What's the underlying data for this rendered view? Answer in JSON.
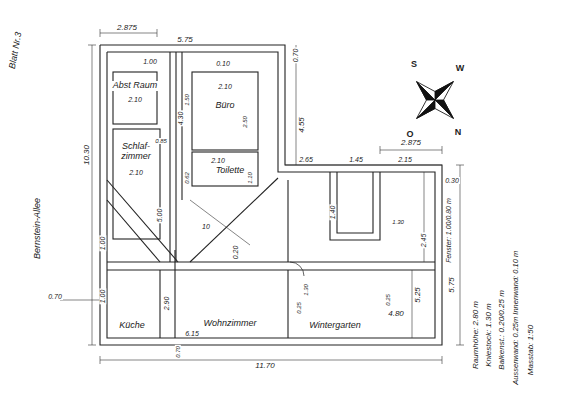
{
  "diagram": {
    "nodes": [
      {
        "text": [
          "Abst Raum"
        ]
      },
      {
        "text": [
          "Büro"
        ]
      },
      {
        "text": [
          "Schlaf- zimmer"
        ]
      },
      {
        "text": [
          "Toilette"
        ]
      },
      {
        "text": [
          "Küche"
        ]
      },
      {
        "text": [
          "Wohnzimmer"
        ]
      },
      {
        "text": [
          "Wintergarten"
        ]
      }
    ],
    "labels": [
      "Blatt Nr.3",
      "2.875",
      "5.75",
      "1.00",
      "0.10",
      "0.70",
      "2.10",
      "2.10",
      "1.50",
      "4.30",
      "2.50",
      "0.85",
      "2.10",
      "2.10",
      "1.10",
      "0.62",
      "4.55",
      "2.875",
      "2.65",
      "1.45",
      "2.15",
      "0.30",
      "Fenster: 1.00/0.80 m",
      "2.45",
      "1.40",
      "1.30",
      "10",
      "0.20",
      "5.00",
      "1.00",
      "10.30",
      "Bernstein-Allee",
      "1.30",
      "1.00",
      "0.70",
      "2.90",
      "6.15",
      "0.25",
      "4.80",
      "0.25",
      "5.25",
      "5.75",
      "0.70",
      "11.70",
      "Raumhöhe: 2.80 m",
      "Kniestock: 1.30 m",
      "Balkenst.: 0.20/0.25 m",
      "Aussenwand: 0.25m Innenwand: 0.10 m",
      "Masstab: 1:50",
      "S",
      "W",
      "O",
      "N"
    ]
  }
}
